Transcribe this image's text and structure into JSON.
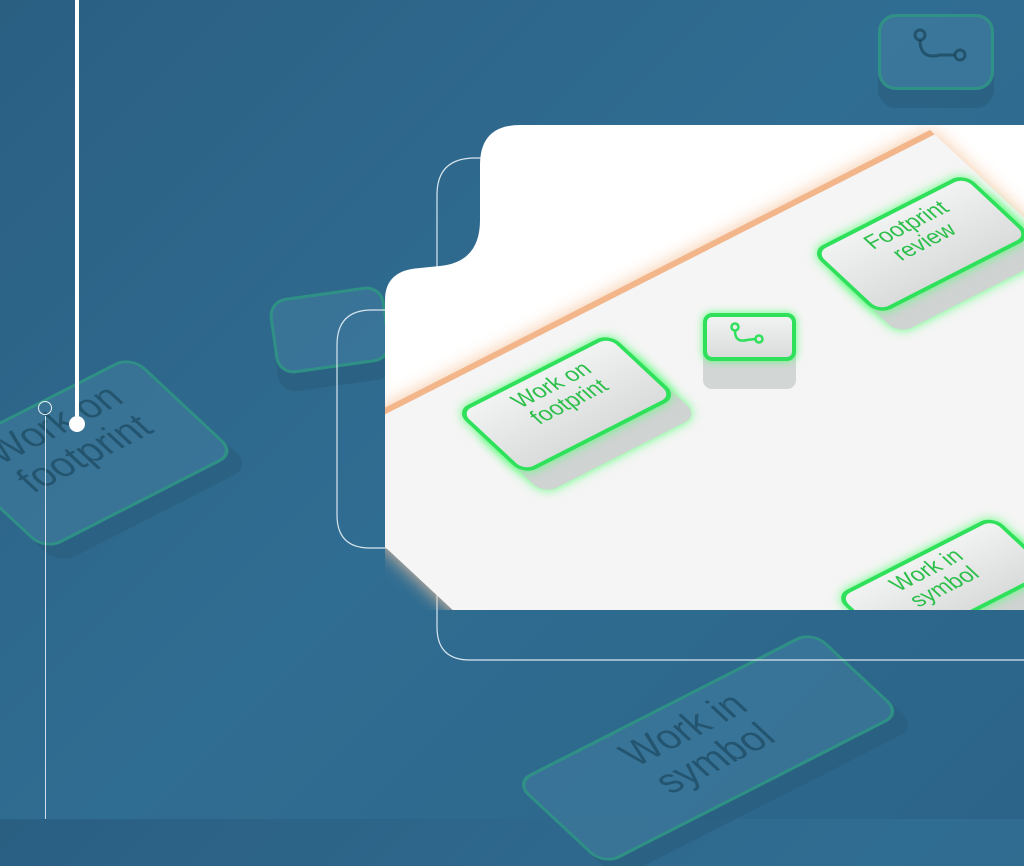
{
  "illustration": {
    "background_color": "#2f6a8f",
    "accent_color": "#2ee05a",
    "card_color": "#ffffff",
    "foreground_blocks": [
      {
        "label": "Work on footprint"
      },
      {
        "label": "Footprint review"
      },
      {
        "label": "Work in symbol"
      }
    ],
    "background_blocks": [
      {
        "label": "Work on footprint"
      },
      {
        "label": "Work in symbol"
      }
    ],
    "icons": [
      "branch-icon"
    ]
  }
}
